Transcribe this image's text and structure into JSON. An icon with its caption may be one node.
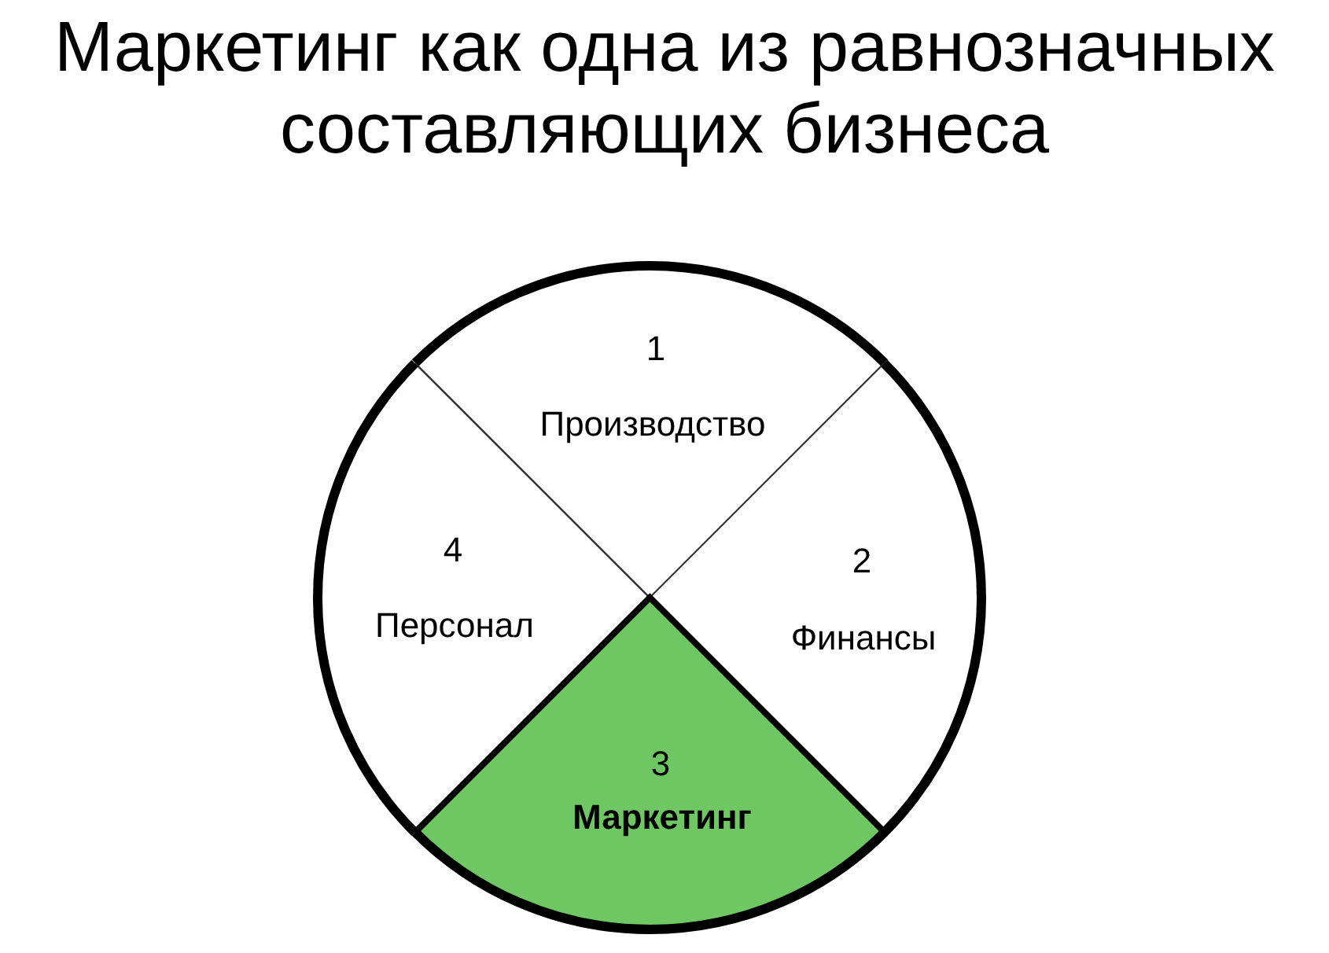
{
  "diagram": {
    "title": "Маркетинг как одна из равнозначных составляющих бизнеса",
    "nodes": [
      {
        "text": [
          "1",
          "Производство"
        ]
      },
      {
        "text": [
          "2",
          "Финансы"
        ]
      },
      {
        "text": [
          "3",
          "Маркетинг"
        ]
      },
      {
        "text": [
          "4",
          "Персонал"
        ]
      }
    ]
  }
}
